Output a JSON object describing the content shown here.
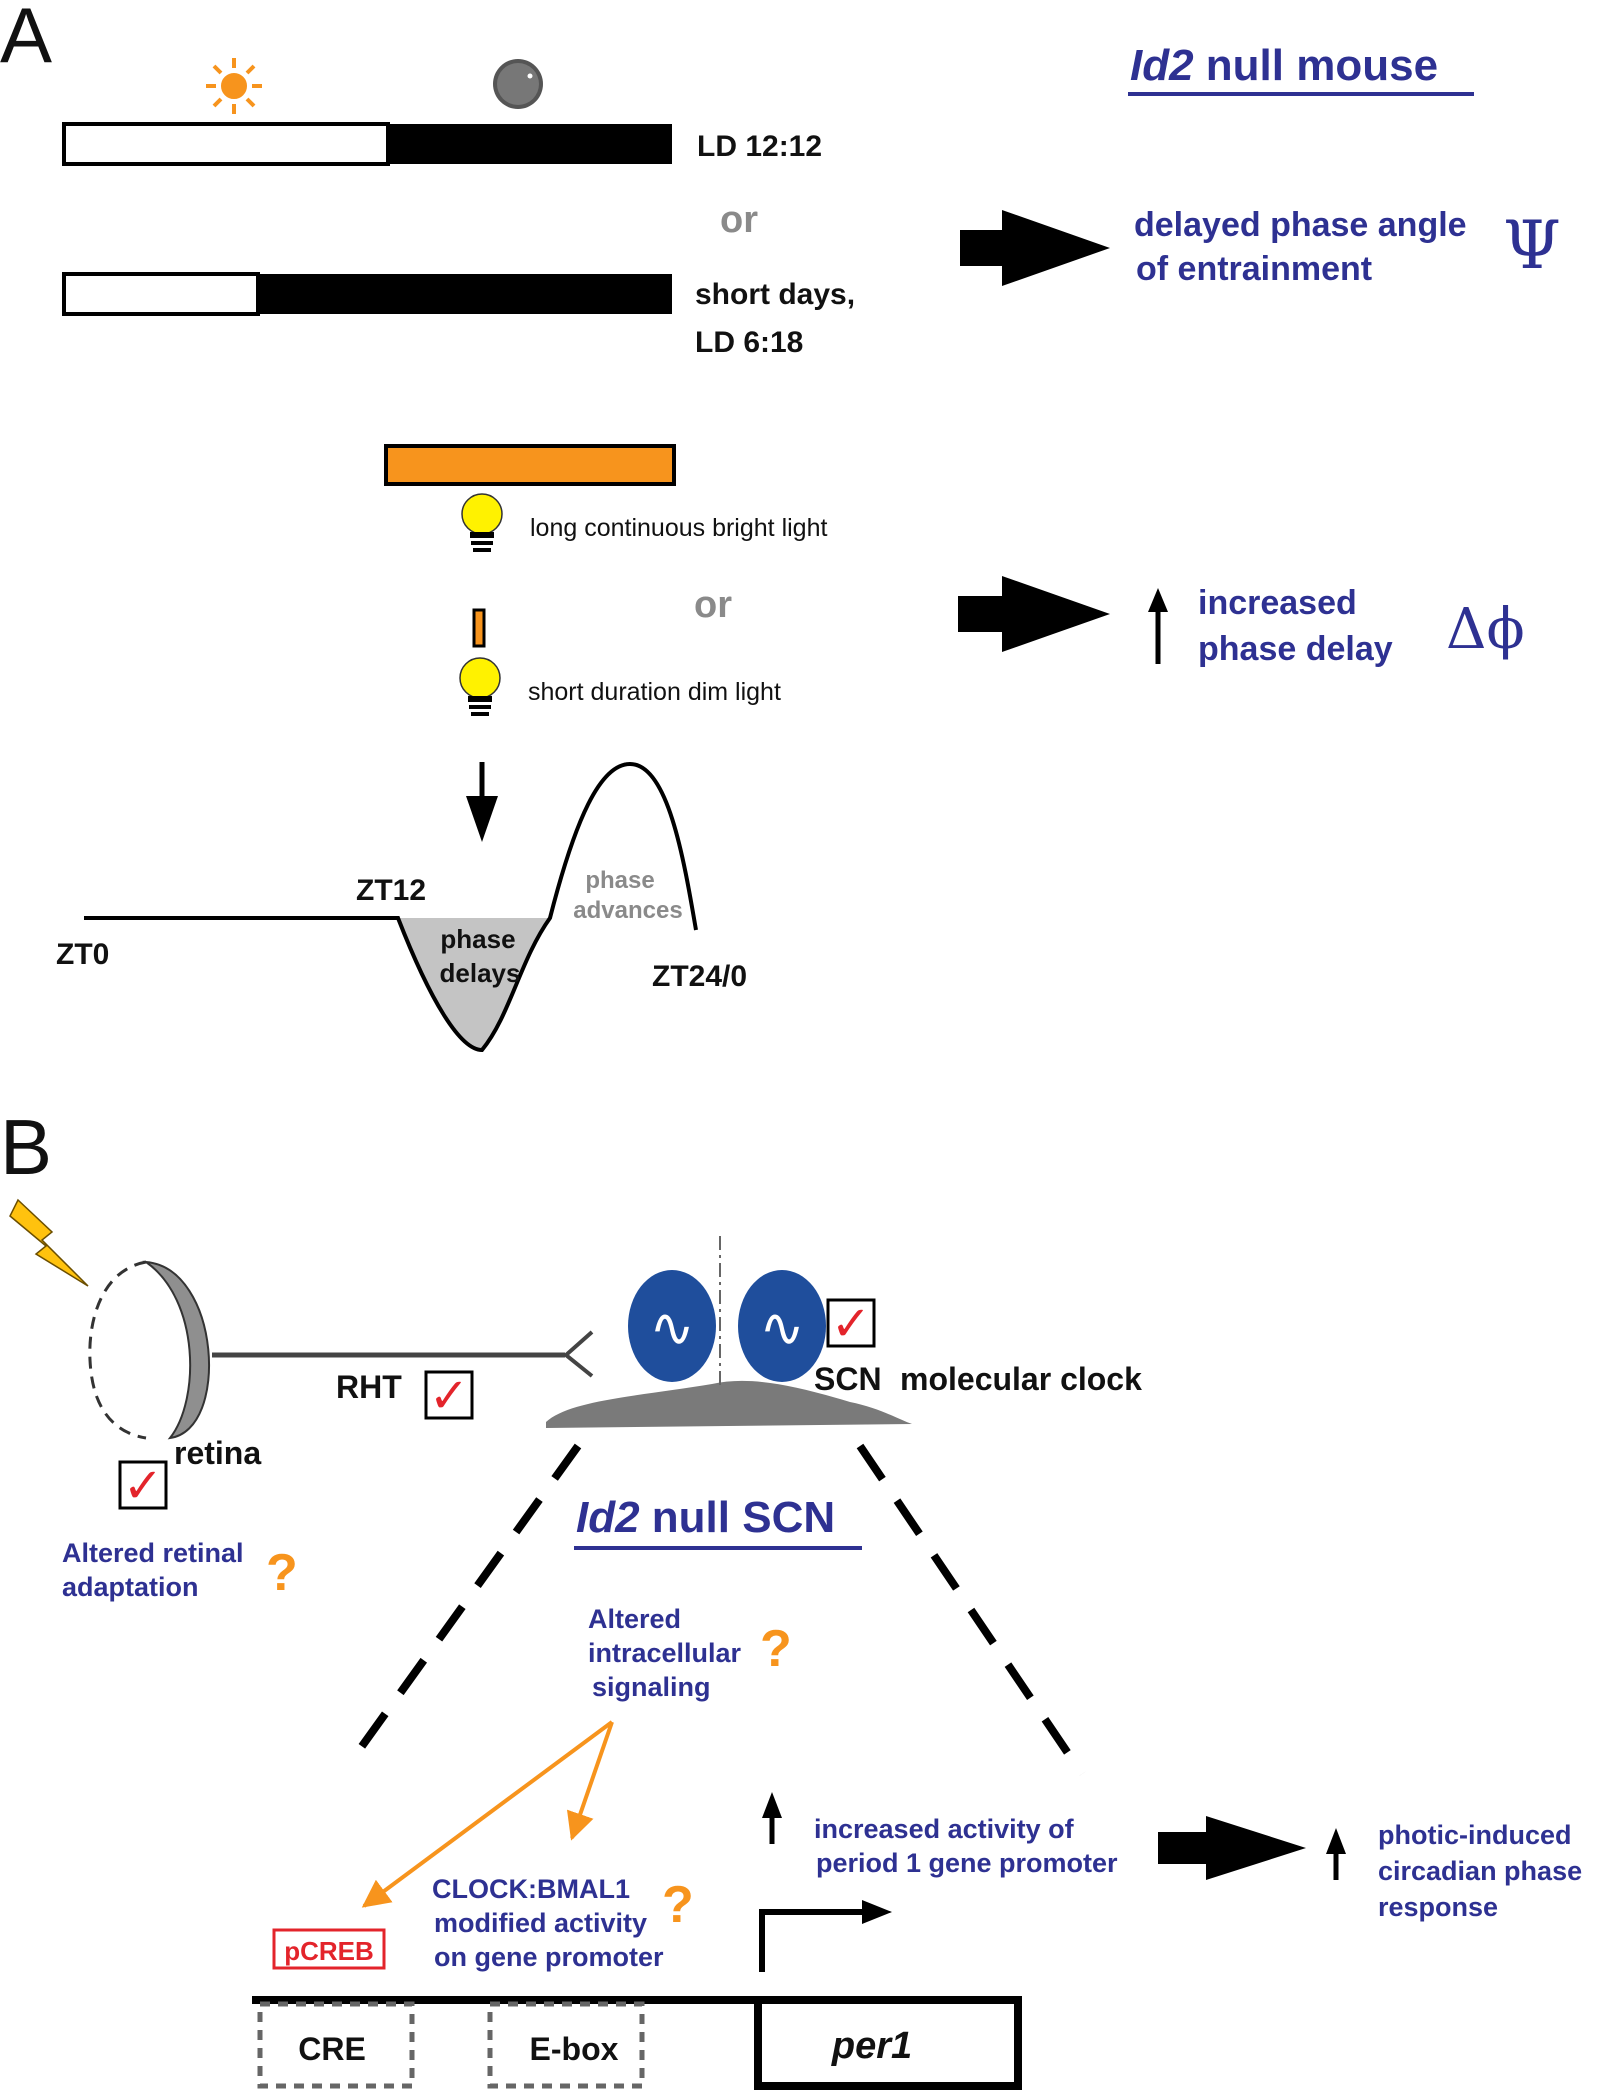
{
  "colors": {
    "blue": "#2e3192",
    "orange": "#f7941d",
    "red": "#e3242b",
    "gray": "#8a8a8a",
    "yellow": "#fff200",
    "scn_blue": "#1f4e9c"
  },
  "panel_a": {
    "letter": "A",
    "title_italic": "Id2",
    "title_rest": " null mouse",
    "ld_label": "LD 12:12",
    "or_1": "or",
    "short_days_1": "short days,",
    "short_days_2": "LD 6:18",
    "outcome_1_line1": "delayed phase angle",
    "outcome_1_line2": "of entrainment",
    "outcome_1_symbol": "Ψ",
    "long_light": "long continuous bright light",
    "or_2": "or",
    "short_light": "short duration dim light",
    "outcome_2_line1": "increased",
    "outcome_2_line2": "phase delay",
    "outcome_2_symbol": "Δϕ",
    "zt0": "ZT0",
    "zt12": "ZT12",
    "zt24": "ZT24/0",
    "phase_delays_1": "phase",
    "phase_delays_2": "delays",
    "phase_advances_1": "phase",
    "phase_advances_2": "advances"
  },
  "panel_b": {
    "letter": "B",
    "rht": "RHT",
    "retina": "retina",
    "scn": "SCN",
    "molecular_clock": "molecular clock",
    "retinal_1": "Altered retinal",
    "retinal_2": "adaptation",
    "subtitle_italic": "Id2",
    "subtitle_rest": " null SCN",
    "signaling_1": "Altered",
    "signaling_2": "intracellular",
    "signaling_3": "signaling",
    "clock_1": "CLOCK:BMAL1",
    "clock_2": "modified activity",
    "clock_3": "on gene promoter",
    "pcreb": "pCREB",
    "promoter_1": "increased activity of",
    "promoter_2": "period 1 gene promoter",
    "photic_1": "photic-induced",
    "photic_2": "circadian phase",
    "photic_3": "response",
    "cre": "CRE",
    "ebox": "E-box",
    "per1": "per1",
    "question_mark": "?",
    "check_mark": "✓",
    "sine_glyph": "∿"
  }
}
